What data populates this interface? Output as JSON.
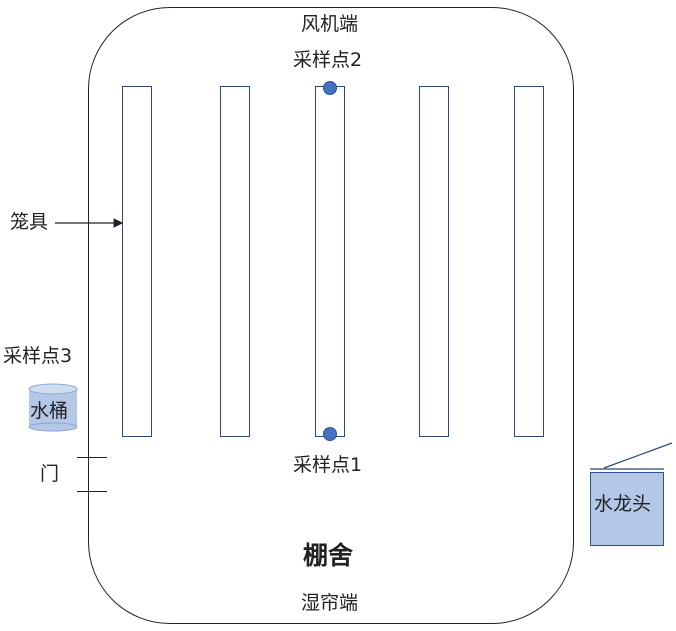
{
  "labels": {
    "fan_end": "风机端",
    "wet_curtain_end": "湿帘端",
    "barn": "棚舍",
    "cage": "笼具",
    "sample_point_1": "采样点1",
    "sample_point_2": "采样点2",
    "sample_point_3": "采样点3",
    "bucket": "水桶",
    "door": "门",
    "faucet": "水龙头"
  },
  "colors": {
    "dot_fill": "#4472c4",
    "bucket_fill": "#b4c7e7",
    "faucet_fill": "#b4c7e7",
    "cage_border": "#2f4a70"
  }
}
